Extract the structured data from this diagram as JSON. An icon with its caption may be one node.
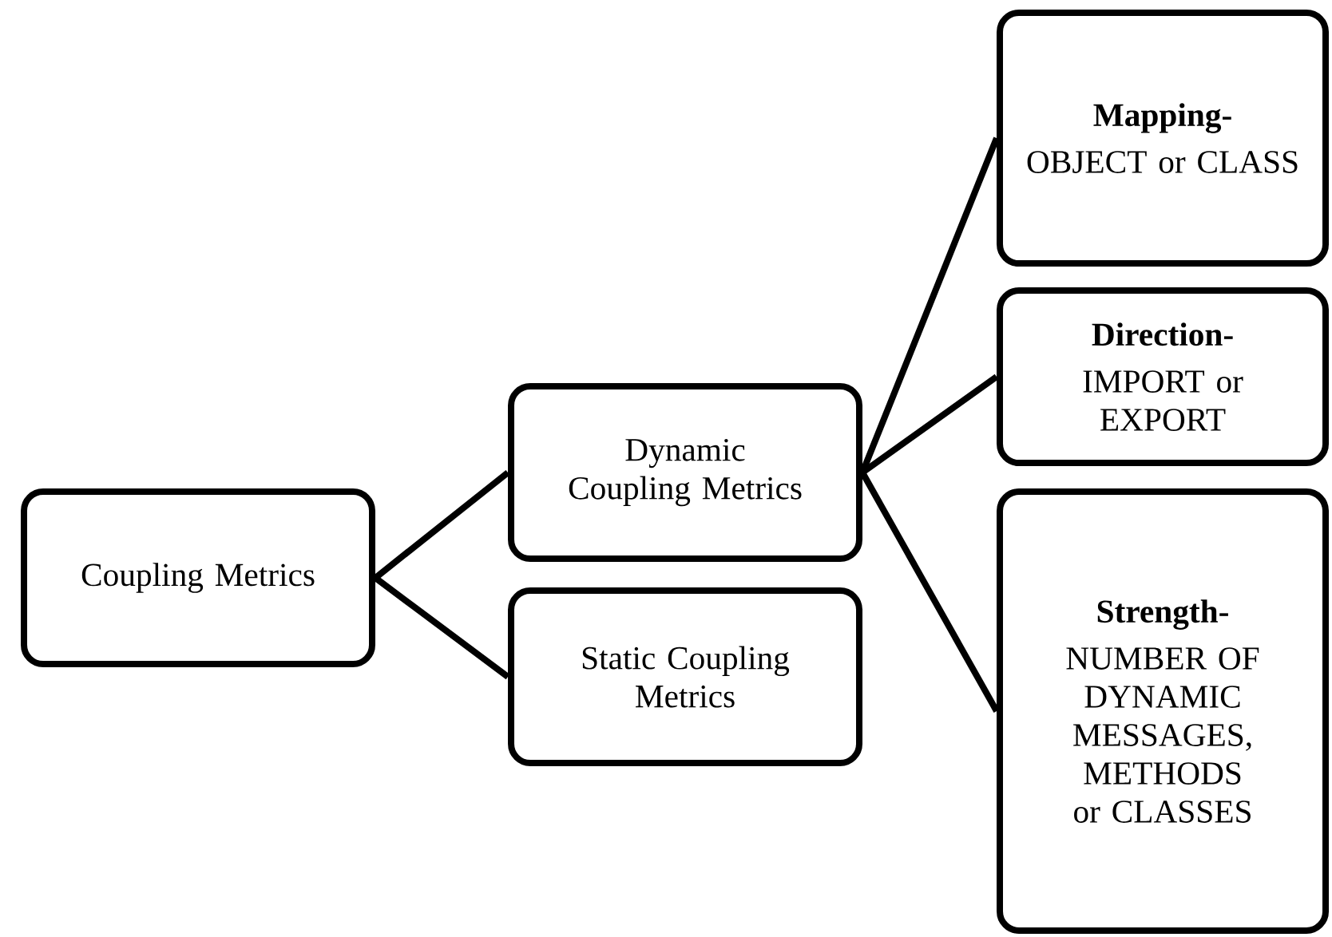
{
  "diagram": {
    "nodes": [
      {
        "text": [
          "Coupling Metrics"
        ]
      },
      {
        "text": [
          "Dynamic Coupling Metrics"
        ]
      },
      {
        "text": [
          "Static Coupling Metrics"
        ]
      },
      {
        "text": [
          "Mapping-",
          "OBJECT or CLASS"
        ]
      },
      {
        "text": [
          "Direction-",
          "IMPORT or EXPORT"
        ]
      },
      {
        "text": [
          "Strength-",
          "NUMBER OF DYNAMIC MESSAGES, METHODS or CLASSES"
        ]
      }
    ],
    "edges": [
      {
        "from": 0,
        "to": 1,
        "arrow": "none"
      },
      {
        "from": 0,
        "to": 2,
        "arrow": "none"
      },
      {
        "from": 1,
        "to": 3,
        "arrow": "none"
      },
      {
        "from": 1,
        "to": 4,
        "arrow": "none"
      },
      {
        "from": 1,
        "to": 5,
        "arrow": "none"
      }
    ]
  }
}
